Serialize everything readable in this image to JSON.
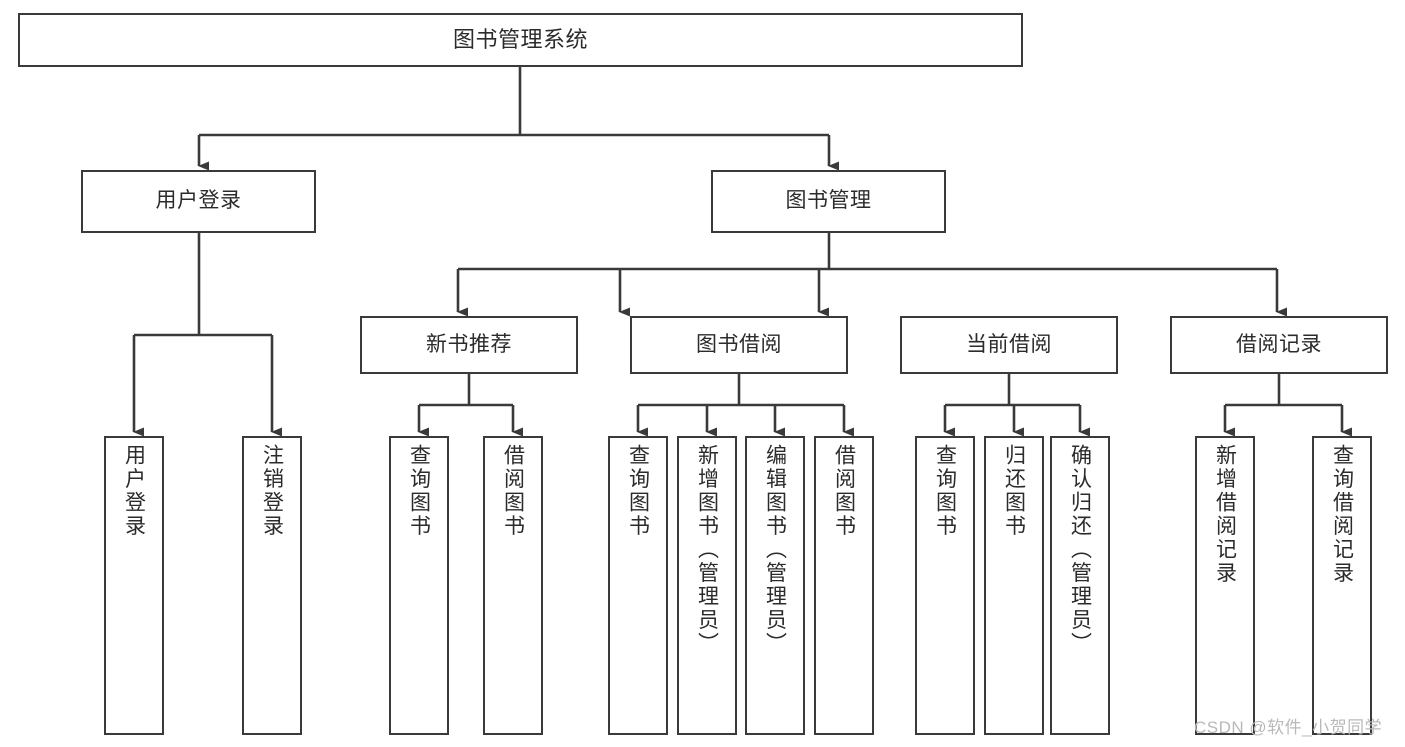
{
  "diagram": {
    "title": "图书管理系统",
    "type": "hierarchy-tree",
    "style": {
      "box_border_color": "#3a3a3a",
      "box_fill_color": "#ffffff",
      "line_color": "#3a3a3a",
      "text_color": "#2b2b2b",
      "background_color": "#ffffff",
      "watermark_color": "#b9b9b9"
    },
    "root": {
      "id": "root",
      "label": "图书管理系统",
      "orientation": "horizontal"
    },
    "level2": [
      {
        "id": "user-login",
        "label": "用户登录",
        "orientation": "horizontal"
      },
      {
        "id": "book-management",
        "label": "图书管理",
        "orientation": "horizontal"
      }
    ],
    "level3": [
      {
        "id": "new-book-recommend",
        "label": "新书推荐",
        "orientation": "horizontal",
        "parent": "book-management"
      },
      {
        "id": "book-borrow",
        "label": "图书借阅",
        "orientation": "horizontal",
        "parent": "book-management"
      },
      {
        "id": "current-borrow",
        "label": "当前借阅",
        "orientation": "horizontal",
        "parent": "book-management"
      },
      {
        "id": "borrow-record",
        "label": "借阅记录",
        "orientation": "horizontal",
        "parent": "book-management"
      }
    ],
    "leaves": [
      {
        "id": "leaf-user-login",
        "label": "用户登录",
        "parent": "user-login"
      },
      {
        "id": "leaf-user-logout",
        "label": "注销登录",
        "parent": "user-login"
      },
      {
        "id": "leaf-query-book-1",
        "label": "查询图书",
        "parent": "new-book-recommend"
      },
      {
        "id": "leaf-borrow-book-1",
        "label": "借阅图书",
        "parent": "new-book-recommend"
      },
      {
        "id": "leaf-query-book-2",
        "label": "查询图书",
        "parent": "book-borrow"
      },
      {
        "id": "leaf-add-book",
        "label": "新增图书（管理员）",
        "parent": "book-borrow"
      },
      {
        "id": "leaf-edit-book",
        "label": "编辑图书（管理员）",
        "parent": "book-borrow"
      },
      {
        "id": "leaf-borrow-book-2",
        "label": "借阅图书",
        "parent": "book-borrow"
      },
      {
        "id": "leaf-query-book-3",
        "label": "查询图书",
        "parent": "current-borrow"
      },
      {
        "id": "leaf-return-book",
        "label": "归还图书",
        "parent": "current-borrow"
      },
      {
        "id": "leaf-confirm-return",
        "label": "确认归还（管理员）",
        "parent": "current-borrow"
      },
      {
        "id": "leaf-add-record",
        "label": "新增借阅记录",
        "parent": "borrow-record"
      },
      {
        "id": "leaf-query-record",
        "label": "查询借阅记录",
        "parent": "borrow-record"
      }
    ],
    "watermark": "CSDN @软件_小贺同学"
  }
}
